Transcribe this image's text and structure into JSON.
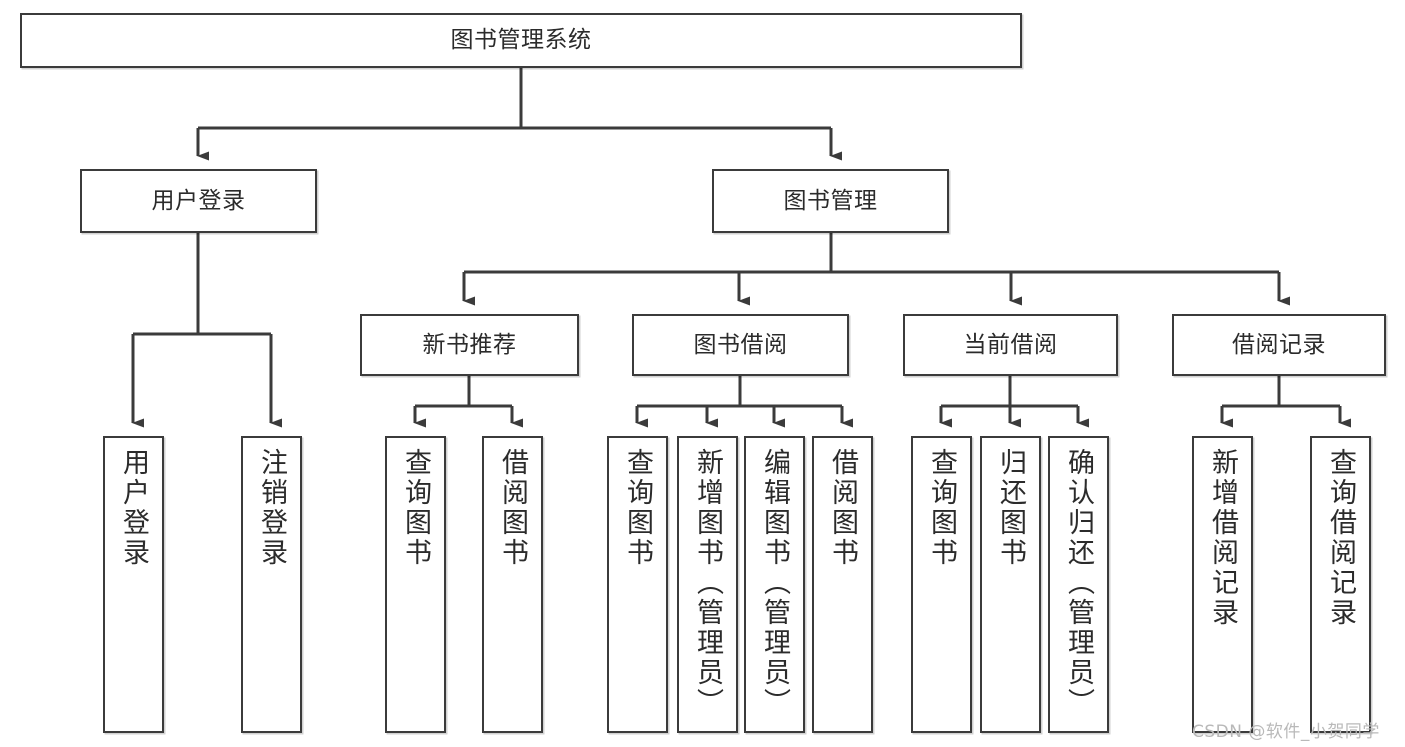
{
  "diagram": {
    "title": "图书管理系统",
    "type": "tree-hierarchy-diagram",
    "colors": {
      "box_border": "#3b3b3b",
      "box_fill": "#ffffff",
      "connector": "#3b3b3b",
      "text": "#2b2b2b",
      "watermark": "#b9b9b9",
      "background": "#ffffff"
    }
  },
  "root": {
    "label": "图书管理系统"
  },
  "level2": [
    {
      "label": "用户登录"
    },
    {
      "label": "图书管理"
    }
  ],
  "level3": [
    {
      "label": "新书推荐"
    },
    {
      "label": "图书借阅"
    },
    {
      "label": "当前借阅"
    },
    {
      "label": "借阅记录"
    }
  ],
  "leaves": {
    "user_login": [
      {
        "label": "用户登录"
      },
      {
        "label": "注销登录"
      }
    ],
    "new_book_recommend": [
      {
        "label": "查询图书"
      },
      {
        "label": "借阅图书"
      }
    ],
    "book_borrow": [
      {
        "label": "查询图书"
      },
      {
        "label": "新增图书（管理员）"
      },
      {
        "label": "编辑图书（管理员）"
      },
      {
        "label": "借阅图书"
      }
    ],
    "current_borrow": [
      {
        "label": "查询图书"
      },
      {
        "label": "归还图书"
      },
      {
        "label": "确认归还（管理员）"
      }
    ],
    "borrow_record": [
      {
        "label": "新增借阅记录"
      },
      {
        "label": "查询借阅记录"
      }
    ]
  },
  "watermark": {
    "text": "CSDN @软件_小贺同学"
  }
}
